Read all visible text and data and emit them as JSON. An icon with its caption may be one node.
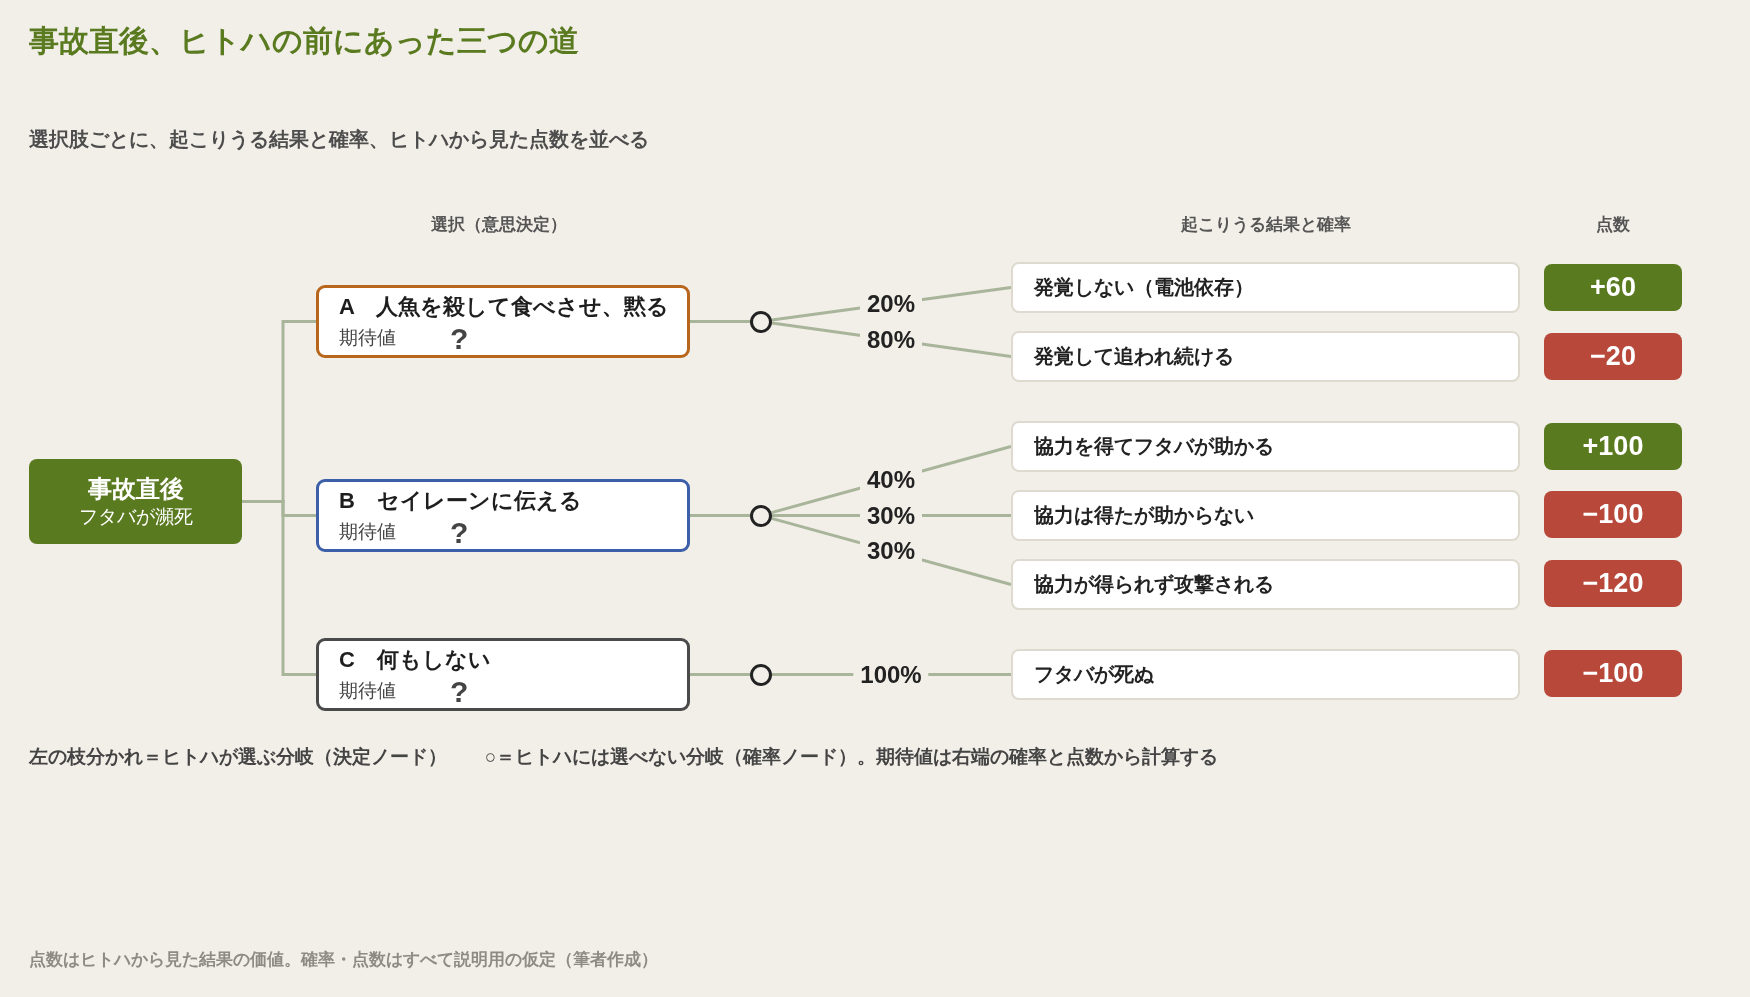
{
  "diagram": {
    "title": "事故直後、ヒトハの前にあった三つの道",
    "nodes": [
      {
        "text": [
          "事故直後",
          "フタバが瀕死"
        ]
      },
      {
        "text": [
          "A　人魚を殺して食べさせ、黙る",
          "期待値",
          "?"
        ]
      },
      {
        "text": [
          "B　セイレーンに伝える",
          "期待値",
          "?"
        ]
      },
      {
        "text": [
          "C　何もしない",
          "期待値",
          "?"
        ]
      },
      {
        "text": [],
        "shape": "circle"
      },
      {
        "text": [],
        "shape": "circle"
      },
      {
        "text": [],
        "shape": "circle"
      },
      {
        "text": [
          "発覚しない（電池依存）"
        ]
      },
      {
        "text": [
          "+60"
        ]
      },
      {
        "text": [
          "発覚して追われ続ける"
        ]
      },
      {
        "text": [
          "−20"
        ]
      },
      {
        "text": [
          "協力を得てフタバが助かる"
        ]
      },
      {
        "text": [
          "+100"
        ]
      },
      {
        "text": [
          "協力は得たが助からない"
        ]
      },
      {
        "text": [
          "−100"
        ]
      },
      {
        "text": [
          "協力が得られず攻撃される"
        ]
      },
      {
        "text": [
          "−120"
        ]
      },
      {
        "text": [
          "フタバが死ぬ"
        ]
      },
      {
        "text": [
          "−100"
        ]
      }
    ],
    "edges": [
      {
        "from": 0,
        "to": 1,
        "arrow": "none"
      },
      {
        "from": 0,
        "to": 2,
        "arrow": "none"
      },
      {
        "from": 0,
        "to": 3,
        "arrow": "none"
      },
      {
        "from": 1,
        "to": 4,
        "arrow": "none"
      },
      {
        "from": 2,
        "to": 5,
        "arrow": "none"
      },
      {
        "from": 3,
        "to": 6,
        "arrow": "none"
      },
      {
        "from": 4,
        "to": 7,
        "arrow": "none",
        "label": "20%"
      },
      {
        "from": 4,
        "to": 9,
        "arrow": "none",
        "label": "80%"
      },
      {
        "from": 5,
        "to": 11,
        "arrow": "none",
        "label": "40%"
      },
      {
        "from": 5,
        "to": 13,
        "arrow": "none",
        "label": "30%"
      },
      {
        "from": 5,
        "to": 15,
        "arrow": "none",
        "label": "30%"
      },
      {
        "from": 6,
        "to": 17,
        "arrow": "none",
        "label": "100%"
      }
    ],
    "labels": [
      "選択肢ごとに、起こりうる結果と確率、ヒトハから見た点数を並べる",
      "選択（意思決定）",
      "起こりうる結果と確率",
      "点数",
      "左の枝分かれ＝ヒトハが選ぶ分岐（決定ノード）",
      "○＝ヒトハには選べない分岐（確率ノード）。期待値は右端の確率と点数から計算する"
    ],
    "caption": "点数はヒトハから見た結果の価値。確率・点数はすべて説明用の仮定（筆者作成）"
  }
}
